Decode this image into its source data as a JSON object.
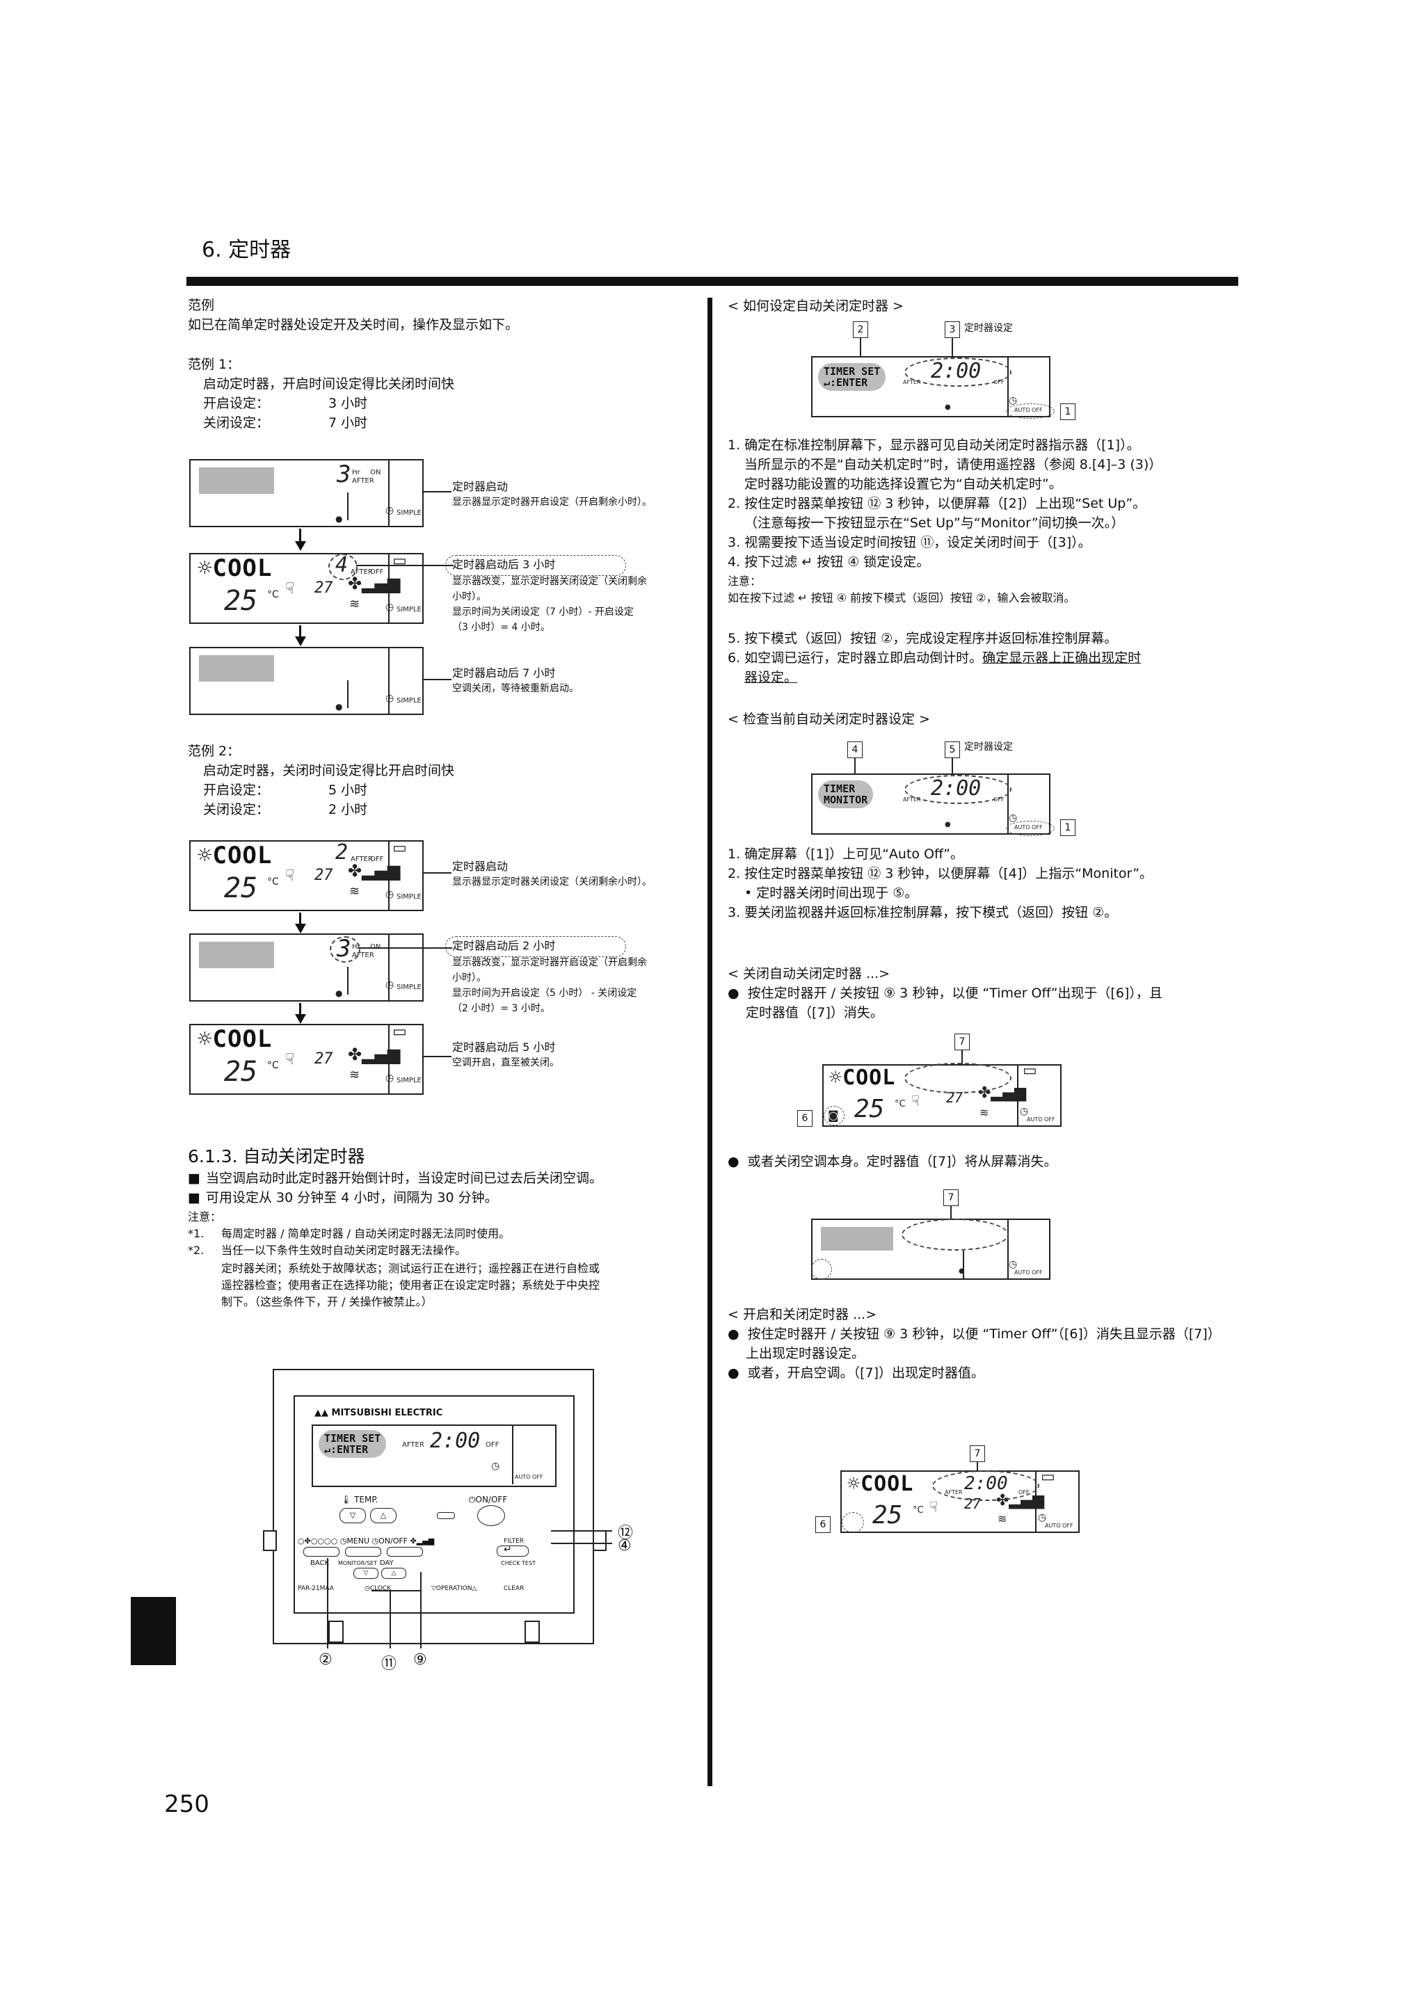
{
  "header": {
    "title": "6. 定时器"
  },
  "left": {
    "examples_heading": "范例",
    "examples_intro": "如已在简单定时器处设定开及关时间，操作及显示如下。",
    "ex1": {
      "title": "范例 1：",
      "desc": "启动定时器，开启时间设定得比关闭时间快",
      "on_label": "开启设定：",
      "on_val": "3 小时",
      "off_label": "关闭设定：",
      "off_val": "7 小时"
    },
    "ex1_screens": {
      "s1_title": "定时器启动",
      "s1_desc": "显示器显示定时器开启设定（开启剩余小时）。",
      "s2_title": "定时器启动后 3 小时",
      "s2_desc1": "显示器改变，显示定时器关闭设定（关闭剩余",
      "s2_desc2": "小时）。",
      "s2_desc3": "显示时间为关闭设定（7 小时）- 开启设定",
      "s2_desc4": "（3 小时）= 4 小时。",
      "s3_title": "定时器启动后 7 小时",
      "s3_desc": "空调关闭，等待被重新启动。"
    },
    "ex2": {
      "title": "范例 2：",
      "desc": "启动定时器，关闭时间设定得比开启时间快",
      "on_label": "开启设定：",
      "on_val": "5 小时",
      "off_label": "关闭设定：",
      "off_val": "2 小时"
    },
    "ex2_screens": {
      "s1_title": "定时器启动",
      "s1_desc": "显示器显示定时器关闭设定（关闭剩余小时）。",
      "s2_title": "定时器启动后 2 小时",
      "s2_desc1": "显示器改变，显示定时器开启设定（开启剩余",
      "s2_desc2": "小时）。",
      "s2_desc3": "显示时间为开启设定（5 小时） - 关闭设定",
      "s2_desc4": "（2 小时）= 3 小时。",
      "s3_title": "定时器启动后 5 小时",
      "s3_desc": "空调开启，直至被关闭。"
    },
    "section": {
      "title": "6.1.3. 自动关闭定时器",
      "b1": "当空调启动时此定时器开始倒计时，当设定时间已过去后关闭空调。",
      "b2": "可用设定从 30 分钟至 4 小时，间隔为 30 分钟。",
      "note": "注意：",
      "n1_num": "*1.",
      "n1": "每周定时器 / 简单定时器 / 自动关闭定时器无法同时使用。",
      "n2_num": "*2.",
      "n2": "当任一以下条件生效时自动关闭定时器无法操作。",
      "n2_l1": "定时器关闭；系统处于故障状态；测试运行正在进行；遥控器正在进行自检或",
      "n2_l2": "遥控器检查；使用者正在选择功能；使用者正在设定定时器；系统处于中央控",
      "n2_l3": "制下。（这些条件下，开 / 关操作被禁止。）"
    },
    "remote": {
      "brand": "MITSUBISHI ELECTRIC",
      "timer_set": "TIMER SET",
      "enter": "↵:ENTER",
      "time": "2:00",
      "temp": "TEMP.",
      "onoff": "ON/OFF",
      "menu": "MENU",
      "on_off": "ON/OFF",
      "filter": "FILTER",
      "back": "BACK",
      "monitor_set": "MONITOR/SET",
      "day": "DAY",
      "check_test": "CHECK TEST",
      "model": "PAR-21MAA",
      "clock": "CLOCK",
      "operation": "OPERATION",
      "clear": "CLEAR",
      "lbl_12": "⑫",
      "lbl_4": "④",
      "lbl_2": "②",
      "lbl_11": "⑪",
      "lbl_9": "⑨"
    }
  },
  "right": {
    "how_title": "< 如何设定自动关闭定时器 >",
    "timer_setting": "定时器设定",
    "lcd_time": "2:00",
    "n2": "2",
    "n3": "3",
    "n1": "1",
    "n4": "4",
    "n5": "5",
    "n6": "6",
    "n7": "7",
    "how_steps": [
      "1. 确定在标准控制屏幕下，显示器可见自动关闭定时器指示器（[1]）。",
      "当所显示的不是“自动关机定时”时，请使用遥控器（参阅 8.[4]–3 (3)）",
      "定时器功能设置的功能选择设置它为“自动关机定时”。",
      "2. 按住定时器菜单按钮 ⑫ 3 秒钟，以便屏幕（[2]）上出现“Set Up”。",
      "（注意每按一下按钮显示在“Set Up”与“Monitor”间切换一次。）",
      "3. 视需要按下适当设定时间按钮 ⑪，设定关闭时间于（[3]）。",
      "4. 按下过滤  ↵  按钮 ④ 锁定设定。"
    ],
    "how_note": "注意：",
    "how_note_text": "如在按下过滤  ↵  按钮 ④ 前按下模式（返回）按钮 ②，输入会被取消。",
    "how_step5": "5. 按下模式（返回）按钮 ②，完成设定程序并返回标准控制屏幕。",
    "how_step6a": "6. 如空调已运行，定时器立即启动倒计时。",
    "how_step6b": "确定显示器上正确出现定时",
    "how_step6c": "器设定。",
    "check_title": "< 检查当前自动关闭定时器设定 >",
    "timer_monitor1": "TIMER",
    "timer_monitor2": "MONITOR",
    "check_steps": [
      "1. 确定屏幕（[1]）上可见“Auto Off”。",
      "2. 按住定时器菜单按钮 ⑫  3 秒钟，以便屏幕（[4]）上指示“Monitor”。",
      "•  定时器关闭时间出现于 ⑤。",
      "3. 要关闭监视器并返回标准控制屏幕，按下模式（返回）按钮 ②。"
    ],
    "off_title": "< 关闭自动关闭定时器 ...>",
    "off_b1a": "按住定时器开 / 关按钮 ⑨ 3 秒钟，以便 “Timer Off”出现于（[6]），且",
    "off_b1b": "定时器值（[7]）消失。",
    "off_b2": "或者关闭空调本身。定时器值（[7]）将从屏幕消失。",
    "on_title": "< 开启和关闭定时器 ...>",
    "on_b1a": "按住定时器开 / 关按钮 ⑨ 3 秒钟，以便 “Timer Off”（[6]）消失且显示器（[7]）",
    "on_b1b": "上出现定时器设定。",
    "on_b2": "或者，开启空调。（[7]）出现定时器值。"
  },
  "lcd": {
    "cool": "COOL",
    "temp25": "25",
    "temp27": "27",
    "unit": "°C",
    "after": "AFTER",
    "on": "ON",
    "off": "OFF",
    "hr": "Hr",
    "simple": "SIMPLE",
    "auto_off": "AUTO OFF",
    "h3": "3",
    "h4": "4",
    "h2": "2",
    "h3b": "3"
  },
  "footer": {
    "page": "250"
  }
}
